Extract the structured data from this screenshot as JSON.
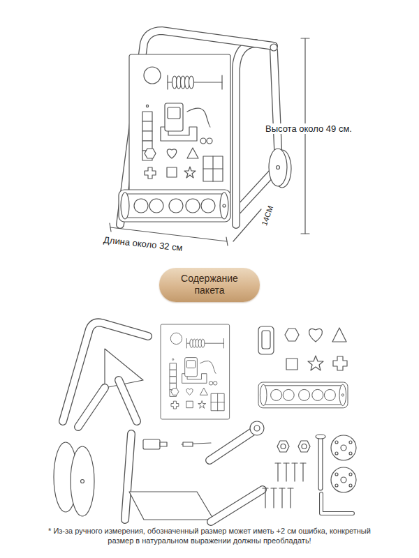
{
  "diagram": {
    "nodes": [
      {
        "text": [
          "Содержание пакета"
        ]
      }
    ],
    "labels": [
      "Высота около 49 см.",
      "14CM",
      "Длина около 32 см",
      "* Из-за ручного измерения, обозначенный размер может иметь +2 см ошибка, конкретный размер в натуральном выражении должны преобладать!"
    ]
  }
}
